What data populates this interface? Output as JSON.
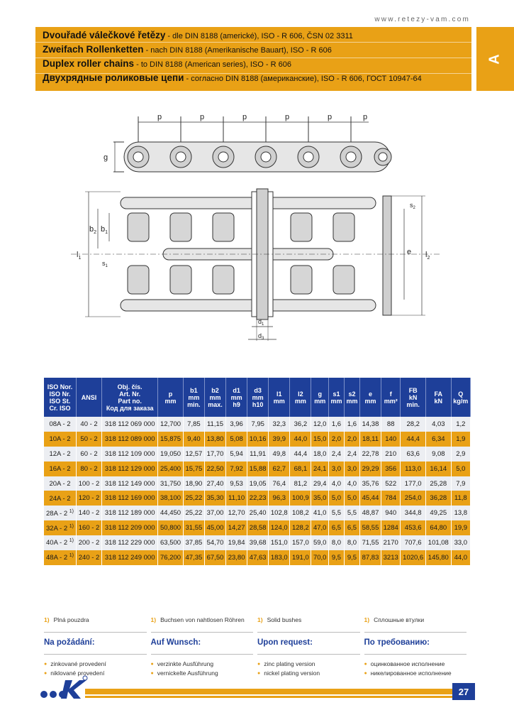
{
  "url": "www.retezy-vam.com",
  "section_letter": "A",
  "page_number": "27",
  "header": {
    "lines": [
      {
        "bold": "Dvouřadé válečkové řetězy",
        "rest": " - dle DIN 8188 (americké), ISO - R 606, ČSN 02 3311"
      },
      {
        "bold": "Zweifach Rollenketten",
        "rest": " - nach DIN 8188 (Amerikanische Bauart), ISO - R 606"
      },
      {
        "bold": "Duplex roller chains",
        "rest": " - to DIN 8188 (American series), ISO - R 606"
      },
      {
        "bold": "Двухрядные роликовые цепи",
        "rest": " - согласно DIN 8188 (американские), ISO - R 606, ГОСТ 10947-64"
      }
    ]
  },
  "drawing_labels": {
    "p": "p",
    "g": "g",
    "b1": "b",
    "b1_sub": "1",
    "b2": "b",
    "b2_sub": "2",
    "l1": "l",
    "l1_sub": "1",
    "l2": "l",
    "l2_sub": "2",
    "e": "e",
    "s1": "s",
    "s1_sub": "1",
    "s2": "s",
    "s2_sub": "2",
    "d1": "d",
    "d1_sub": "1",
    "d3": "d",
    "d3_sub": "3"
  },
  "table": {
    "headers": [
      {
        "lines": [
          "ISO Nor.",
          "ISO Nr.",
          "ISO St.",
          "Cr. ISO"
        ]
      },
      {
        "lines": [
          "ANSI"
        ]
      },
      {
        "lines": [
          "Obj. čís.",
          "Art. Nr.",
          "Part no.",
          "Код для заказа"
        ]
      },
      {
        "lines": [
          "p",
          "mm"
        ]
      },
      {
        "lines": [
          "b1",
          "mm",
          "min."
        ]
      },
      {
        "lines": [
          "b2",
          "mm",
          "max."
        ]
      },
      {
        "lines": [
          "d1",
          "mm",
          "h9"
        ]
      },
      {
        "lines": [
          "d3",
          "mm",
          "h10"
        ]
      },
      {
        "lines": [
          "l1",
          "mm"
        ]
      },
      {
        "lines": [
          "l2",
          "mm"
        ]
      },
      {
        "lines": [
          "g",
          "mm"
        ]
      },
      {
        "lines": [
          "s1",
          "mm"
        ]
      },
      {
        "lines": [
          "s2",
          "mm"
        ]
      },
      {
        "lines": [
          "e",
          "mm"
        ]
      },
      {
        "lines": [
          "f",
          "mm²"
        ]
      },
      {
        "lines": [
          "FB",
          "kN",
          "min."
        ]
      },
      {
        "lines": [
          "FA",
          "kN"
        ]
      },
      {
        "lines": [
          "Q",
          "kg/m"
        ]
      }
    ],
    "rows": [
      [
        "08A - 2",
        "",
        "40 - 2",
        "318 112 069 000",
        "12,700",
        "7,85",
        "11,15",
        "3,96",
        "7,95",
        "32,3",
        "36,2",
        "12,0",
        "1,6",
        "1,6",
        "14,38",
        "88",
        "28,2",
        "4,03",
        "1,2"
      ],
      [
        "10A - 2",
        "",
        "50 - 2",
        "318 112 089 000",
        "15,875",
        "9,40",
        "13,80",
        "5,08",
        "10,16",
        "39,9",
        "44,0",
        "15,0",
        "2,0",
        "2,0",
        "18,11",
        "140",
        "44,4",
        "6,34",
        "1,9"
      ],
      [
        "12A - 2",
        "",
        "60 - 2",
        "318 112 109 000",
        "19,050",
        "12,57",
        "17,70",
        "5,94",
        "11,91",
        "49,8",
        "44,4",
        "18,0",
        "2,4",
        "2,4",
        "22,78",
        "210",
        "63,6",
        "9,08",
        "2,9"
      ],
      [
        "16A - 2",
        "",
        "80 - 2",
        "318 112 129 000",
        "25,400",
        "15,75",
        "22,50",
        "7,92",
        "15,88",
        "62,7",
        "68,1",
        "24,1",
        "3,0",
        "3,0",
        "29,29",
        "356",
        "113,0",
        "16,14",
        "5,0"
      ],
      [
        "20A - 2",
        "",
        "100 - 2",
        "318 112 149 000",
        "31,750",
        "18,90",
        "27,40",
        "9,53",
        "19,05",
        "76,4",
        "81,2",
        "29,4",
        "4,0",
        "4,0",
        "35,76",
        "522",
        "177,0",
        "25,28",
        "7,9"
      ],
      [
        "24A - 2",
        "",
        "120 - 2",
        "318 112 169 000",
        "38,100",
        "25,22",
        "35,30",
        "11,10",
        "22,23",
        "96,3",
        "100,9",
        "35,0",
        "5,0",
        "5,0",
        "45,44",
        "784",
        "254,0",
        "36,28",
        "11,8"
      ],
      [
        "28A - 2",
        "1)",
        "140 - 2",
        "318 112 189 000",
        "44,450",
        "25,22",
        "37,00",
        "12,70",
        "25,40",
        "102,8",
        "108,2",
        "41,0",
        "5,5",
        "5,5",
        "48,87",
        "940",
        "344,8",
        "49,25",
        "13,8"
      ],
      [
        "32A - 2",
        "1)",
        "160 - 2",
        "318 112 209 000",
        "50,800",
        "31,55",
        "45,00",
        "14,27",
        "28,58",
        "124,0",
        "128,2",
        "47,0",
        "6,5",
        "6,5",
        "58,55",
        "1284",
        "453,6",
        "64,80",
        "19,9"
      ],
      [
        "40A - 2",
        "1)",
        "200 - 2",
        "318 112 229 000",
        "63,500",
        "37,85",
        "54,70",
        "19,84",
        "39,68",
        "151,0",
        "157,0",
        "59,0",
        "8,0",
        "8,0",
        "71,55",
        "2170",
        "707,6",
        "101,08",
        "33,0"
      ],
      [
        "48A - 2",
        "1)",
        "240 - 2",
        "318 112 249 000",
        "76,200",
        "47,35",
        "67,50",
        "23,80",
        "47,63",
        "183,0",
        "191,0",
        "70,0",
        "9,5",
        "9,5",
        "87,83",
        "3213",
        "1020,6",
        "145,80",
        "44,0"
      ]
    ]
  },
  "notes": [
    {
      "mark": "1)",
      "footnote": "Plná pouzdra",
      "request": "Na požádání:",
      "items": [
        "zinkované provedení",
        "niklované provedení"
      ]
    },
    {
      "mark": "1)",
      "footnote": "Buchsen von nahtlosen Röhren",
      "request": "Auf Wunsch:",
      "items": [
        "verzinkte Ausführung",
        "vernickelte Ausführung"
      ]
    },
    {
      "mark": "1)",
      "footnote": "Solid bushes",
      "request": "Upon request:",
      "items": [
        "zinc plating version",
        "nickel plating version"
      ]
    },
    {
      "mark": "1)",
      "footnote": "Сплошные втулки",
      "request": "По требованию:",
      "items": [
        "оцинкованное исполнение",
        "никелированное исполнение"
      ]
    }
  ],
  "colors": {
    "accent": "#e9a116",
    "brand_blue": "#1e3f99",
    "row_light": "#eceef2"
  },
  "icons": [
    "company-logo-icon"
  ]
}
